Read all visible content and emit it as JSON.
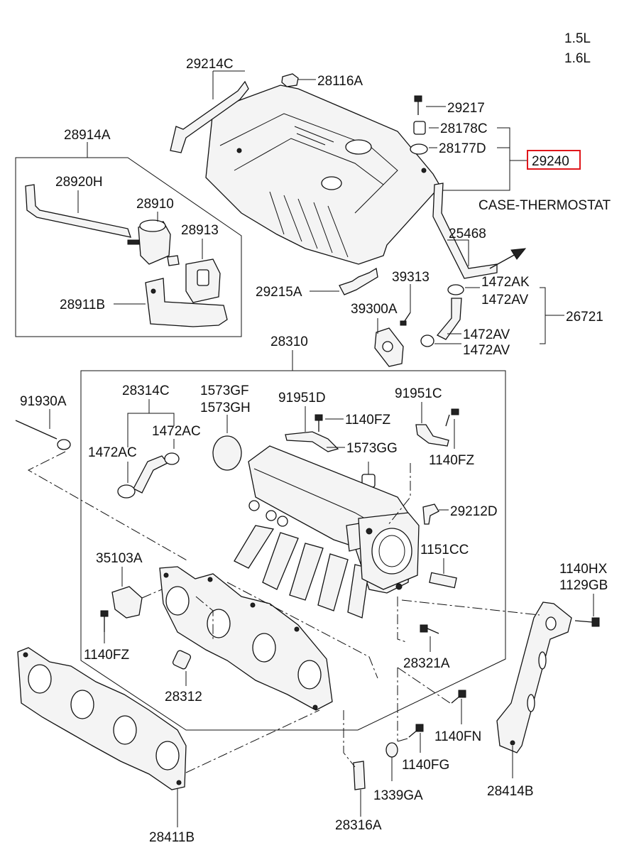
{
  "engine": {
    "line1": "1.5L",
    "line2": "1.6L"
  },
  "note": "CASE-THERMOSTAT",
  "highlighted_part": "29240",
  "labels": {
    "p29214C": "29214C",
    "p28116A": "28116A",
    "p29217": "29217",
    "p28178C": "28178C",
    "p28177D": "28177D",
    "p29240": "29240",
    "p28914A": "28914A",
    "p28920H": "28920H",
    "p28910": "28910",
    "p28913": "28913",
    "p28911B": "28911B",
    "p25468": "25468",
    "p29215A": "29215A",
    "p39313": "39313",
    "p39300A": "39300A",
    "p1472AK": "1472AK",
    "p1472AV_1": "1472AV",
    "p26721": "26721",
    "p1472AV_2": "1472AV",
    "p1472AV_3": "1472AV",
    "p28310": "28310",
    "p91930A": "91930A",
    "p28314C": "28314C",
    "p1573GF": "1573GF",
    "p1573GH": "1573GH",
    "p91951D": "91951D",
    "p91951C": "91951C",
    "p1140FZ_1": "1140FZ",
    "p1472AC_1": "1472AC",
    "p1472AC_2": "1472AC",
    "p1573GG": "1573GG",
    "p1140FZ_2": "1140FZ",
    "p29212D": "29212D",
    "p1151CC": "1151CC",
    "p35103A": "35103A",
    "p1140HX": "1140HX",
    "p1129GB": "1129GB",
    "p1140FZ_3": "1140FZ",
    "p28312": "28312",
    "p28321A": "28321A",
    "p1140FN": "1140FN",
    "p1140FG": "1140FG",
    "p1339GA": "1339GA",
    "p28414B": "28414B",
    "p28411B": "28411B",
    "p28316A": "28316A"
  },
  "colors": {
    "highlight": "#e0161b",
    "ink": "#111111",
    "background": "#ffffff"
  }
}
